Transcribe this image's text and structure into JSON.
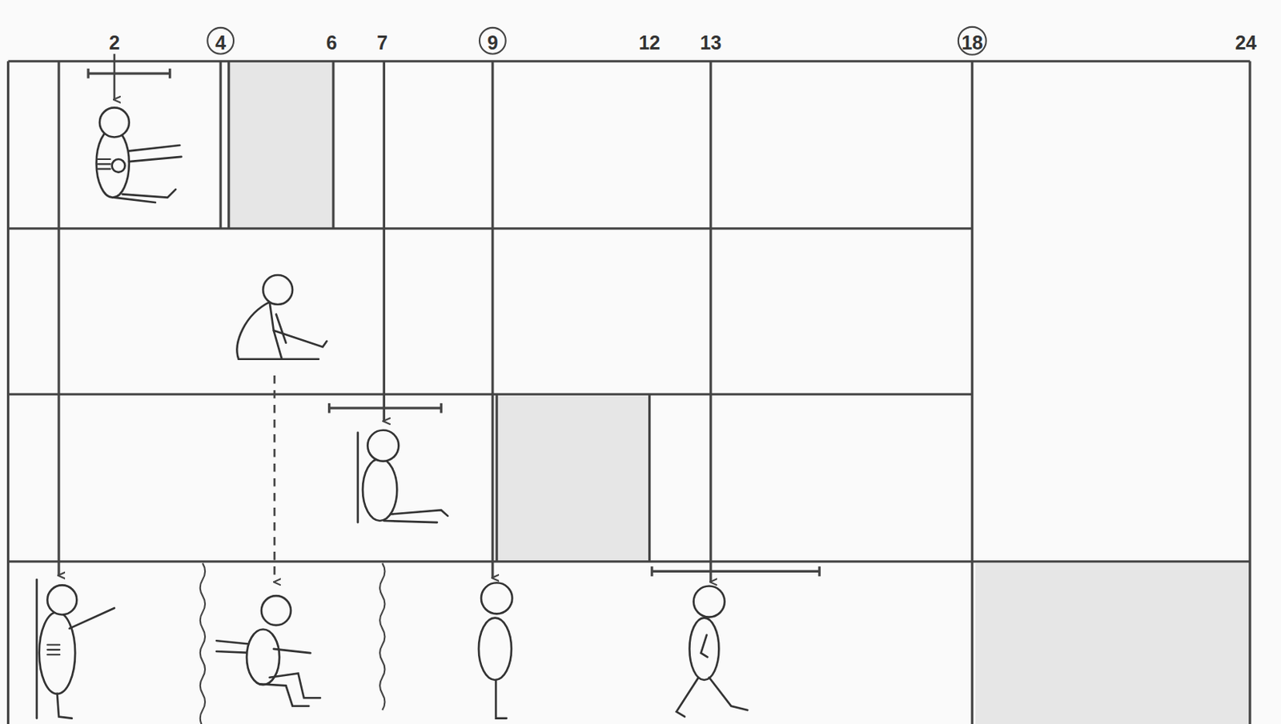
{
  "diagram": {
    "labels": [
      "2",
      "4",
      "6",
      "7",
      "9",
      "12",
      "13",
      "18",
      "24"
    ]
  }
}
